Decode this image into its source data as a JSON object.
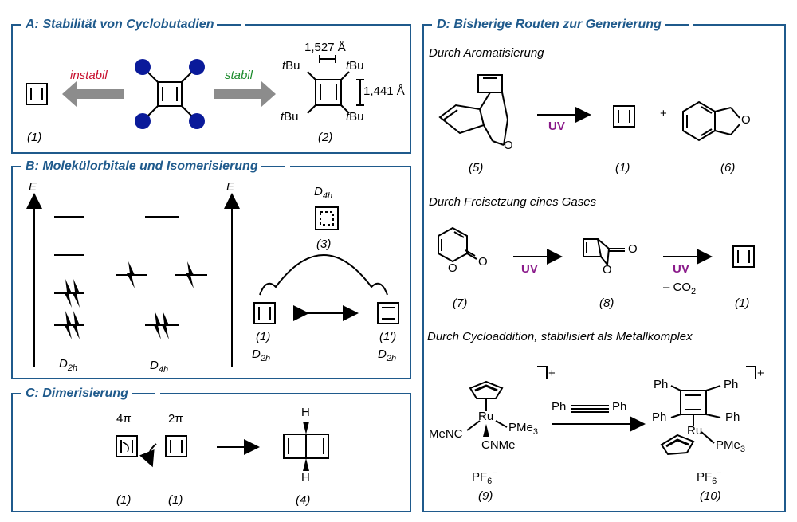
{
  "panelA": {
    "title": "A: Stabilität von Cyclobutadien",
    "instabil": "instabil",
    "stabil": "stabil",
    "bond1": "1,527 Å",
    "bond2": "1,441 Å",
    "tBu": "tBu",
    "lbl1": "(1)",
    "lbl2": "(2)"
  },
  "panelB": {
    "title": "B: Molekülorbitale und Isomerisierung",
    "E": "E",
    "D2h": "D",
    "D2h_sub": "2h",
    "D4h": "D",
    "D4h_sub": "4h",
    "lbl3": "(3)",
    "lbl1": "(1)",
    "lbl1p": "(1')"
  },
  "panelC": {
    "title": "C: Dimerisierung",
    "pi4": "4π",
    "pi2": "2π",
    "lbl1a": "(1)",
    "lbl1b": "(1)",
    "lbl4": "(4)",
    "H": "H"
  },
  "panelD": {
    "title": "D: Bisherige Routen zur Generierung",
    "route1": "Durch Aromatisierung",
    "route2": "Durch Freisetzung eines Gases",
    "route3": "Durch Cycloaddition, stabilisiert als Metallkomplex",
    "uv": "UV",
    "plus": "+",
    "co2": "– CO",
    "co2_sub": "2",
    "lbl5": "(5)",
    "lbl1a": "(1)",
    "lbl6": "(6)",
    "lbl7": "(7)",
    "lbl8": "(8)",
    "lbl1b": "(1)",
    "lbl9": "(9)",
    "lbl10": "(10)",
    "O": "O",
    "Ph": "Ph",
    "Ru": "Ru",
    "MeNC": "MeNC",
    "PMe3": "PMe",
    "PMe3_sub": "3",
    "CNMe": "CNMe",
    "PF6": "PF",
    "PF6_sub": "6",
    "charge": "+"
  },
  "colors": {
    "frame": "#1f5a8c",
    "uv": "#8a1a8a",
    "instabil": "#c8102e",
    "stabil": "#1e8c2e",
    "ball": "#0a1a9a",
    "arrow_grey": "#8c8c8c"
  }
}
